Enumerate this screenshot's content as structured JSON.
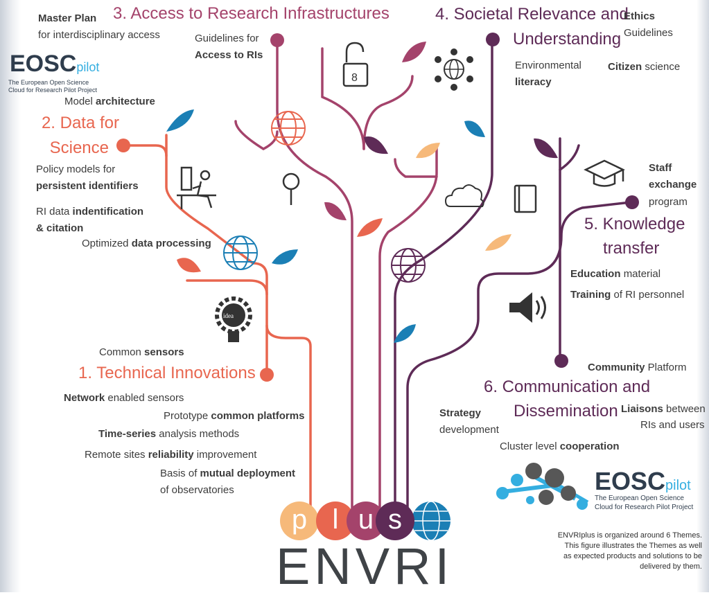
{
  "colors": {
    "red": "#e8664f",
    "magenta": "#a4436b",
    "purple": "#5e2b57",
    "blue": "#1b7fb5",
    "orange": "#f6b97a"
  },
  "themes": {
    "t1": {
      "title": "1. Technical Innovations"
    },
    "t2": {
      "line1": "2. Data for",
      "line2": "Science"
    },
    "t3": {
      "title": "3. Access to Research Infrastructures"
    },
    "t4": {
      "line1": "4. Societal Relevance and",
      "line2": "Understanding"
    },
    "t5": {
      "line1": "5. Knowledge",
      "line2": "transfer"
    },
    "t6": {
      "line1": "6. Communication and",
      "line2": "Dissemination"
    }
  },
  "labels": {
    "master_plan_b": "Master Plan",
    "master_plan": "for interdisciplinary access",
    "model_arch": "Model",
    "model_arch_b": "architecture",
    "policy": "Policy models for",
    "policy_b": "persistent identifiers",
    "ri_data": "RI data",
    "ri_data_b1": "indentification",
    "ri_data_b2": "& citation",
    "optimized": "Optimized",
    "optimized_b": "data processing",
    "common": "Common",
    "common_b": "sensors",
    "network_b": "Network",
    "network": "enabled sensors",
    "prototype": "Prototype",
    "prototype_b": "common platforms",
    "timeseries_b": "Time-series",
    "timeseries": "analysis methods",
    "remote": "Remote sites",
    "remote_b": "reliability",
    "remote2": "improvement",
    "basis": "Basis of",
    "basis_b": "mutual deployment",
    "basis2": "of observatories",
    "guidelines": "Guidelines for",
    "guidelines_b": "Access to RIs",
    "ethics_b": "Ethics",
    "ethics": "Guidelines",
    "env_lit": "Environmental",
    "env_lit_b": "literacy",
    "citizen_b": "Citizen",
    "citizen": "science",
    "staff_b1": "Staff",
    "staff_b2": "exchange",
    "staff": "program",
    "edu_b": "Education",
    "edu": "material",
    "training_b": "Training",
    "training": "of RI personnel",
    "community_b": "Community",
    "community": "Platform",
    "strategy_b": "Strategy",
    "strategy": "development",
    "liaisons_b": "Liaisons",
    "liaisons": "between",
    "liaisons2": "RIs and users",
    "cluster": "Cluster level",
    "cluster_b": "cooperation"
  },
  "icons": [
    "padlock-icon",
    "people-globe-icon",
    "computer-user-icon",
    "magnifier-icon",
    "cloud-icon",
    "book-icon",
    "graduation-cap-icon",
    "idea-bulb-icon",
    "speaker-icon",
    "globe-icon"
  ],
  "eosc": {
    "name": "EOSC",
    "pilot": "pilot",
    "sub1": "The European Open Science",
    "sub2": "Cloud for Research Pilot Project"
  },
  "logo": {
    "plus": [
      "p",
      "l",
      "u",
      "s"
    ],
    "envri": "ENVRI"
  },
  "note": {
    "line1": "ENVRIplus is organized around 6 Themes.",
    "line2": "This figure illustrates the Themes as well",
    "line3": "as expected products and solutions to be",
    "line4": "delivered by them."
  }
}
